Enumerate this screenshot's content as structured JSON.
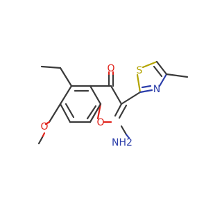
{
  "atoms": {
    "ketone_o": "O",
    "ring_o": "O",
    "methoxy_o": "O",
    "thiazole_s": "S",
    "thiazole_n": "N",
    "amino_nh2": "NH2"
  },
  "colors": {
    "carbon_bond": "#3a3a3a",
    "oxygen": "#e0231b",
    "nitrogen": "#2c3eaa",
    "sulfur": "#b3a400"
  }
}
